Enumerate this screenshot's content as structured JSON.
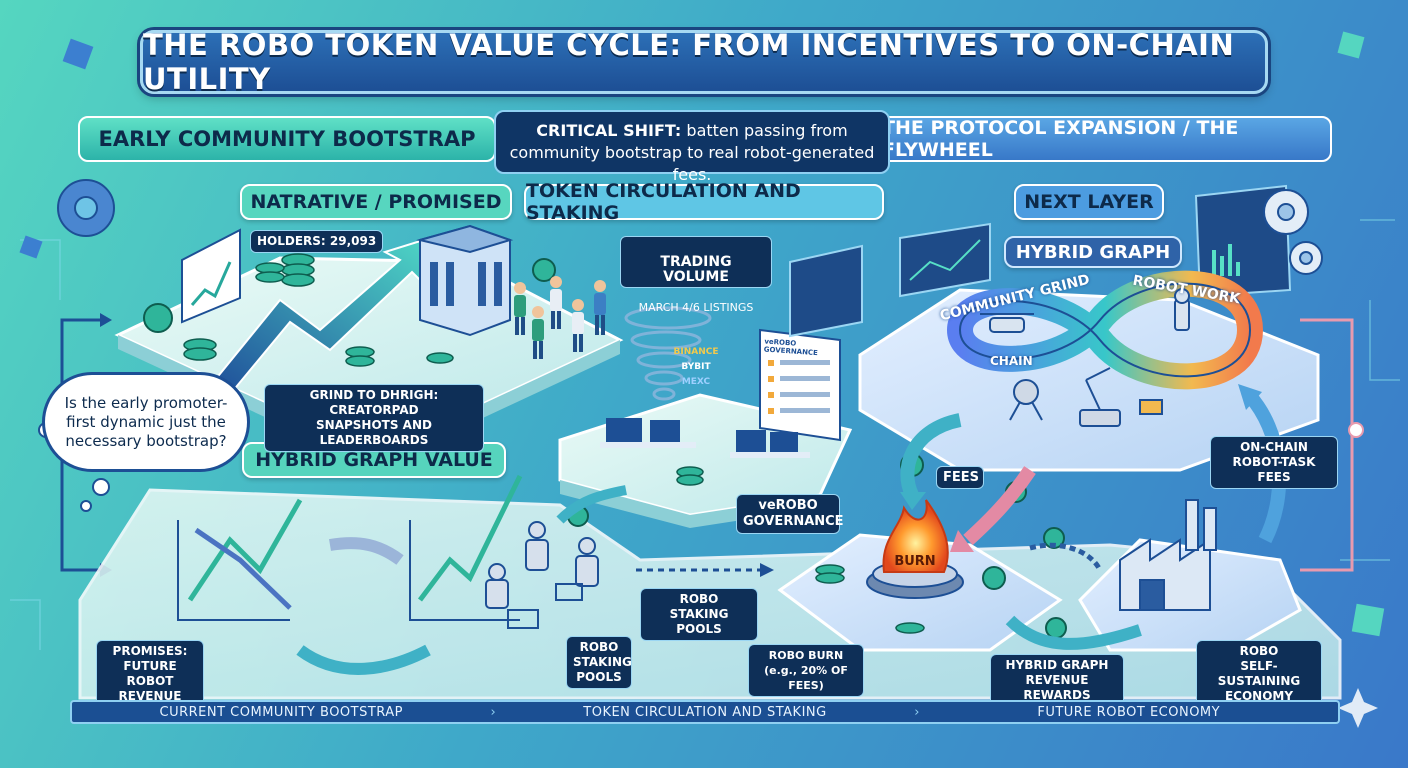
{
  "title": "THE ROBO TOKEN VALUE CYCLE: FROM INCENTIVES TO ON-CHAIN UTILITY",
  "top_banners": {
    "left": "EARLY COMMUNITY BOOTSTRAP",
    "right": "THE PROTOCOL EXPANSION / THE FLYWHEEL"
  },
  "critical_shift": {
    "label": "CRITICAL SHIFT:",
    "text_line1": "batten passing from",
    "text_line2": "community bootstrap to real robot-generated fees."
  },
  "section_headers": {
    "narrative": "NATRATIVE / PROMISED",
    "circulation": "TOKEN CIRCULATION AND STAKING",
    "next_layer": "NEXT LAYER",
    "hybrid_graph": "HYBRID GRAPH",
    "hybrid_graph_value": "HYBRID GRAPH VALUE"
  },
  "labels": {
    "holders": "HOLDERS: 29,093",
    "trading_volume_title": "TRADING VOLUME",
    "trading_volume_sub": "MARCH 4/6 LISTINGS",
    "exchanges": [
      "BINANCE",
      "BYBIT",
      "MEXC"
    ],
    "grind": "GRIND TO DHRIGH: CREATORPAD\nSNAPSHOTS AND LEADERBOARDS",
    "verobo": "veROBO\nGOVERNANCE",
    "fees": "FEES",
    "onchain_fees": "ON-CHAIN\nROBOT-TASK FEES",
    "burn": "BURN",
    "robo_staking_mid": "ROBO\nSTAKING POOLS",
    "robo_staking_left": "ROBO\nSTAKING\nPOOLS",
    "robo_burn": "ROBO BURN\n(e.g., 20% OF FEES)",
    "hybrid_rewards": "HYBRID GRAPH\nREVENUE REWARDS",
    "self_sustaining": "ROBO\nSELF-SUSTAINING\nECONOMY",
    "promises": "PROMISES:\nFUTURE ROBOT\nREVENUE",
    "infinity_left": "COMMUNITY GRIND",
    "infinity_right": "ROBOT WORK",
    "infinity_bottom": "CHAIN",
    "dashboard_title": "veROBO GOVERNANCE"
  },
  "thought_bubble": "Is the early promoter-first dynamic just the necessary bootstrap?",
  "footer": [
    "CURRENT COMMUNITY BOOTSTRAP",
    "TOKEN CIRCULATION AND STAKING",
    "FUTURE ROBOT ECONOMY"
  ],
  "colors": {
    "teal": "#55d6c0",
    "blue": "#3a78c9",
    "navy": "#0e2f57",
    "burn": "#ff7a1a"
  }
}
